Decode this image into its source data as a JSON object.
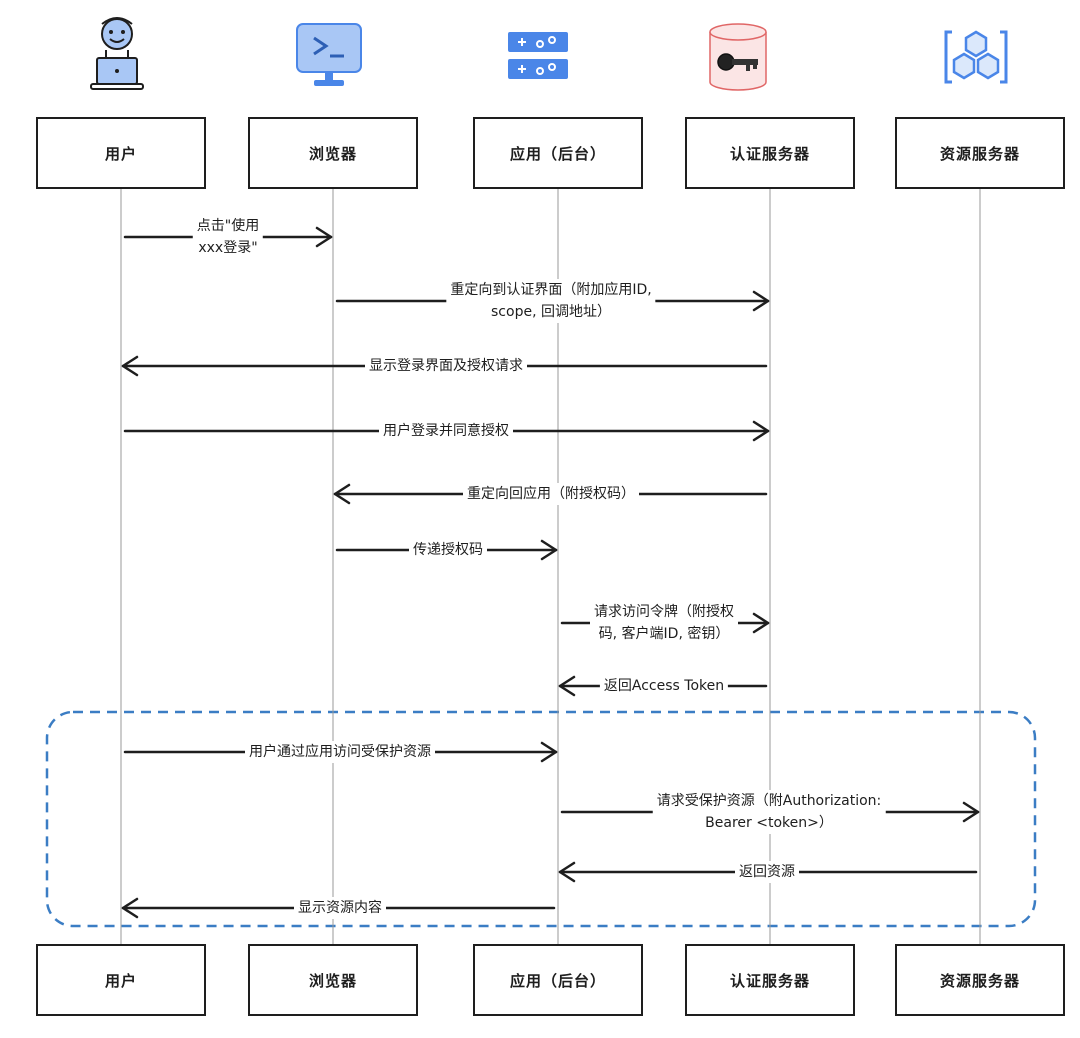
{
  "actors": [
    {
      "id": "user",
      "label": "用户",
      "icon": "user-laptop-icon"
    },
    {
      "id": "browser",
      "label": "浏览器",
      "icon": "terminal-monitor-icon"
    },
    {
      "id": "app",
      "label": "应用（后台）",
      "icon": "server-rack-icon"
    },
    {
      "id": "auth",
      "label": "认证服务器",
      "icon": "key-database-icon"
    },
    {
      "id": "resource",
      "label": "资源服务器",
      "icon": "cubes-package-icon"
    }
  ],
  "messages": [
    {
      "from": "user",
      "to": "browser",
      "text": "点击\"使用\nxxx登录\""
    },
    {
      "from": "browser",
      "to": "auth",
      "text": "重定向到认证界面（附加应用ID,\nscope, 回调地址）"
    },
    {
      "from": "auth",
      "to": "user",
      "text": "显示登录界面及授权请求"
    },
    {
      "from": "user",
      "to": "auth",
      "text": "用户登录并同意授权"
    },
    {
      "from": "auth",
      "to": "browser",
      "text": "重定向回应用（附授权码）"
    },
    {
      "from": "browser",
      "to": "app",
      "text": "传递授权码"
    },
    {
      "from": "app",
      "to": "auth",
      "text": "请求访问令牌（附授权\n码, 客户端ID, 密钥）"
    },
    {
      "from": "auth",
      "to": "app",
      "text": "返回Access Token"
    },
    {
      "from": "user",
      "to": "app",
      "text": "用户通过应用访问受保护资源"
    },
    {
      "from": "app",
      "to": "resource",
      "text": "请求受保护资源（附Authorization:\nBearer <token>）"
    },
    {
      "from": "resource",
      "to": "app",
      "text": "返回资源"
    },
    {
      "from": "app",
      "to": "user",
      "text": "显示资源内容"
    }
  ],
  "group": {
    "style": "dashed",
    "color": "#3b7dc4",
    "covers_messages": [
      8,
      9,
      10,
      11
    ]
  },
  "colors": {
    "line": "#1e1e1e",
    "lifeline": "#9a9a9a",
    "icon_blue": "#4a86e8",
    "icon_blue_fill": "#a9c7f5",
    "db_red": "#e06666"
  }
}
